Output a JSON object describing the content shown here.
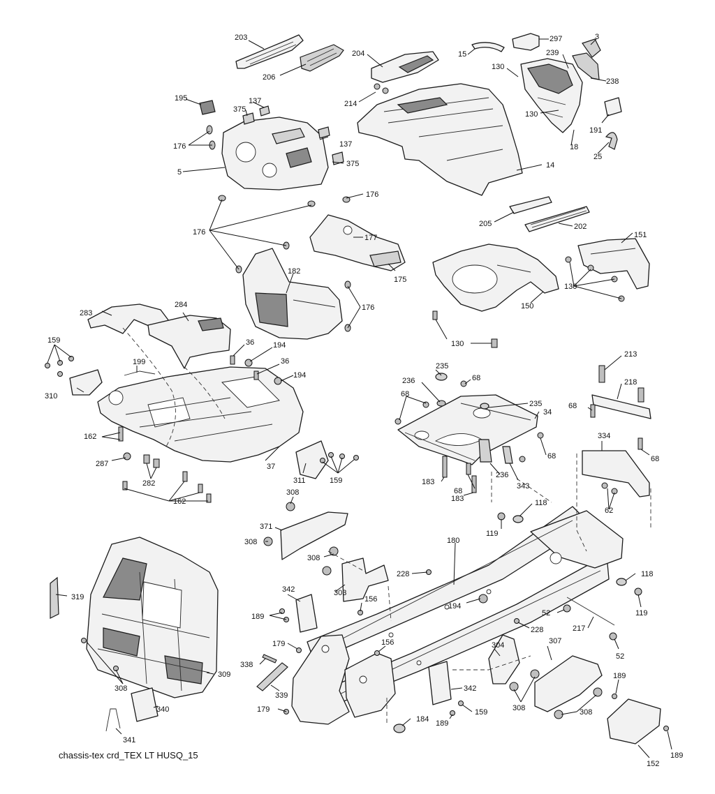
{
  "caption": "chassis-tex crd_TEX LT HUSQ_15",
  "labels": {
    "l203": "203",
    "l206": "206",
    "l204": "204",
    "l15": "15",
    "l297": "297",
    "l3": "3",
    "l239": "239",
    "l238": "238",
    "l130a": "130",
    "l130b": "130",
    "l214": "214",
    "l195": "195",
    "l375a": "375",
    "l137a": "137",
    "l176a": "176",
    "l137b": "137",
    "l375b": "375",
    "l5": "5",
    "l176b": "176",
    "l14": "14",
    "l191": "191",
    "l18": "18",
    "l25": "25",
    "l205": "205",
    "l202": "202",
    "l176c": "176",
    "l177": "177",
    "l151": "151",
    "l182": "182",
    "l175": "175",
    "l130c": "130",
    "l176d": "176",
    "l150": "150",
    "l130d": "130",
    "l283": "283",
    "l284": "284",
    "l159a": "159",
    "l36a": "36",
    "l194a": "194",
    "l235a": "235",
    "l213": "213",
    "l199": "199",
    "l36b": "36",
    "l194b": "194",
    "l236a": "236",
    "l68a": "68",
    "l218": "218",
    "l310": "310",
    "l68b": "68",
    "l235b": "235",
    "l68c": "68",
    "l34": "34",
    "l162a": "162",
    "l287": "287",
    "l282": "282",
    "l37": "37",
    "l162b": "162",
    "l311": "311",
    "l159b": "159",
    "l68d": "68",
    "l334": "334",
    "l68e": "68",
    "l183a": "183",
    "l68f": "68",
    "l236b": "236",
    "l343": "343",
    "l183b": "183",
    "l62": "62",
    "l308a": "308",
    "l371": "371",
    "l118a": "118",
    "l119a": "119",
    "l308b": "308",
    "l180": "180",
    "l308c": "308",
    "l228a": "228",
    "l303": "303",
    "l319": "319",
    "l342a": "342",
    "l156a": "156",
    "l194c": "194",
    "l118b": "118",
    "l189a": "189",
    "l52a": "52",
    "l119b": "119",
    "l228b": "228",
    "l217": "217",
    "l179a": "179",
    "l156b": "156",
    "l304": "304",
    "l307": "307",
    "l52b": "52",
    "l338": "338",
    "l309": "309",
    "l342b": "342",
    "l339": "339",
    "l308d": "308",
    "l189b": "189",
    "l308e": "308",
    "l340": "340",
    "l308f": "308",
    "l179b": "179",
    "l184": "184",
    "l189c": "189",
    "l159c": "159",
    "l341": "341",
    "l189d": "189",
    "l152": "152"
  }
}
